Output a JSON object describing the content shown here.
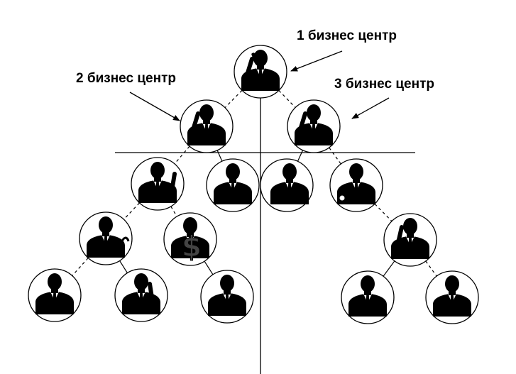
{
  "labels": {
    "center1": "1 бизнес центр",
    "center2": "2 бизнес центр",
    "center3": "3 бизнес центр"
  },
  "nodes": [
    {
      "id": "n1",
      "icon": "businessman-phone-icon"
    },
    {
      "id": "n2",
      "icon": "businessman-phone-icon"
    },
    {
      "id": "n3",
      "icon": "businessman-phone-icon"
    },
    {
      "id": "n4",
      "icon": "businessman-pointing-icon"
    },
    {
      "id": "n5",
      "icon": "businessman-icon"
    },
    {
      "id": "n6",
      "icon": "businessman-side-icon"
    },
    {
      "id": "n7",
      "icon": "businessman-writing-icon"
    },
    {
      "id": "n8",
      "icon": "businessman-laptop-icon"
    },
    {
      "id": "n9",
      "icon": "businessman-dollar-icon"
    },
    {
      "id": "n10",
      "icon": "businessman-phone-icon"
    },
    {
      "id": "n11",
      "icon": "businessman-icon"
    },
    {
      "id": "n12",
      "icon": "businessman-phone-icon"
    },
    {
      "id": "n13",
      "icon": "businessman-side-icon"
    },
    {
      "id": "n14",
      "icon": "businessman-icon"
    },
    {
      "id": "n15",
      "icon": "businessman-icon"
    }
  ],
  "edges": [
    {
      "from": "n1",
      "to": "n2",
      "style": "dashed"
    },
    {
      "from": "n1",
      "to": "n3",
      "style": "dashed"
    },
    {
      "from": "n2",
      "to": "n4",
      "style": "dashed"
    },
    {
      "from": "n2",
      "to": "n5",
      "style": "solid"
    },
    {
      "from": "n3",
      "to": "n6",
      "style": "solid"
    },
    {
      "from": "n3",
      "to": "n7",
      "style": "dashed"
    },
    {
      "from": "n4",
      "to": "n8",
      "style": "dashed"
    },
    {
      "from": "n4",
      "to": "n9",
      "style": "dashed"
    },
    {
      "from": "n8",
      "to": "n11",
      "style": "dashed"
    },
    {
      "from": "n8",
      "to": "n12",
      "style": "solid"
    },
    {
      "from": "n9",
      "to": "n13",
      "style": "solid"
    },
    {
      "from": "n7",
      "to": "n10",
      "style": "dashed"
    },
    {
      "from": "n10",
      "to": "n14",
      "style": "solid"
    },
    {
      "from": "n10",
      "to": "n15",
      "style": "dashed"
    }
  ]
}
